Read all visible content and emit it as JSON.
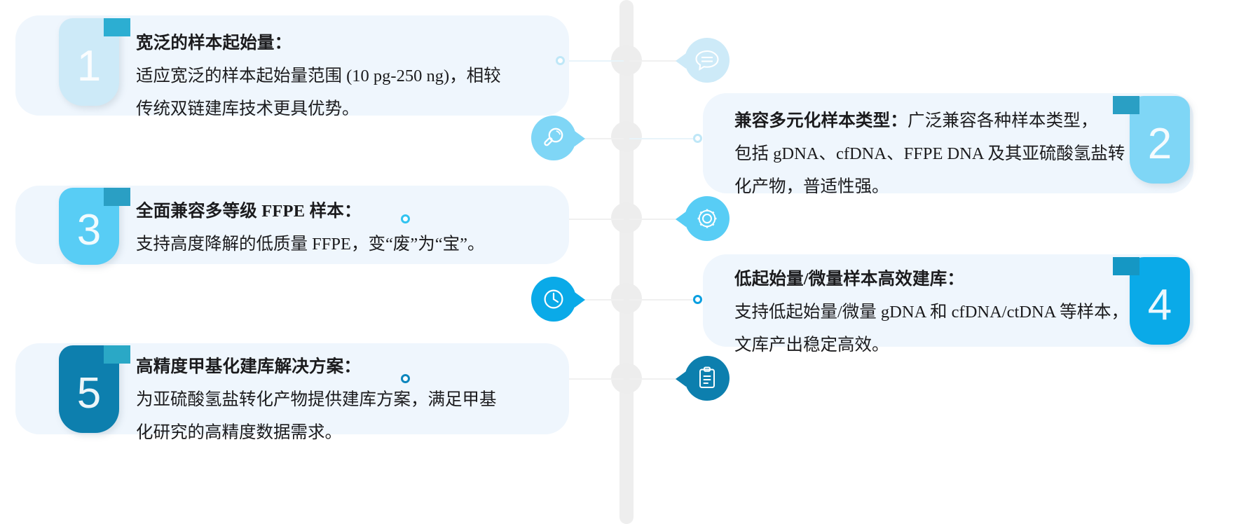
{
  "palette": {
    "card_bg": "#eff6fd",
    "spine": "#eeeeee",
    "node": "#ededed",
    "pale_blue": "#bfe7f7",
    "light_blue": "#6fd3f5",
    "sky_blue": "#4ecbf5",
    "bright_blue": "#0aaae8",
    "deep_blue": "#0d7fae",
    "text": "#1b1b1d"
  },
  "items": [
    {
      "number": "1",
      "side": "left",
      "heading": "宽泛的样本起始量：",
      "lines": [
        "适应宽泛的样本起始量范围 (10 pg-250 ng)，相较",
        "传统双链建库技术更具优势。"
      ],
      "icon": "speech-bubble-icon",
      "tab_color": "#cdeaf8",
      "fold_color": "#2caed2",
      "bubble_color": "#cdeaf8",
      "dot_style": "pale"
    },
    {
      "number": "2",
      "side": "right",
      "heading": "兼容多元化样本类型：",
      "lines": [
        "广泛兼容各种样本类型，",
        "包括 gDNA、cfDNA、FFPE DNA 及其亚硫酸氢盐转",
        "化产物，普适性强。"
      ],
      "icon": "magnifier-icon",
      "tab_color": "#7fd6f6",
      "fold_color": "#2a9fc4",
      "bubble_color": "#7fd6f6",
      "dot_style": "pale"
    },
    {
      "number": "3",
      "side": "left",
      "heading": "全面兼容多等级 FFPE 样本：",
      "lines": [
        "支持高度降解的低质量 FFPE，变“废”为“宝”。"
      ],
      "icon": "gear-icon",
      "tab_color": "#58cdf5",
      "fold_color": "#2a9fc4",
      "bubble_color": "#58cdf5",
      "dot_style": "normal"
    },
    {
      "number": "4",
      "side": "right",
      "heading": "低起始量/微量样本高效建库：",
      "lines": [
        "支持低起始量/微量 gDNA 和 cfDNA/ctDNA 等样本，",
        "文库产出稳定高效。"
      ],
      "icon": "clock-icon",
      "tab_color": "#0aaae8",
      "fold_color": "#1597c4",
      "bubble_color": "#0aaae8",
      "dot_style": "deep"
    },
    {
      "number": "5",
      "side": "left",
      "heading": "高精度甲基化建库解决方案：",
      "lines": [
        "为亚硫酸氢盐转化产物提供建库方案，满足甲基",
        "化研究的高精度数据需求。"
      ],
      "icon": "clipboard-icon",
      "tab_color": "#0d7fae",
      "fold_color": "#2aa8c6",
      "bubble_color": "#0d7fae",
      "dot_style": "dark"
    }
  ]
}
